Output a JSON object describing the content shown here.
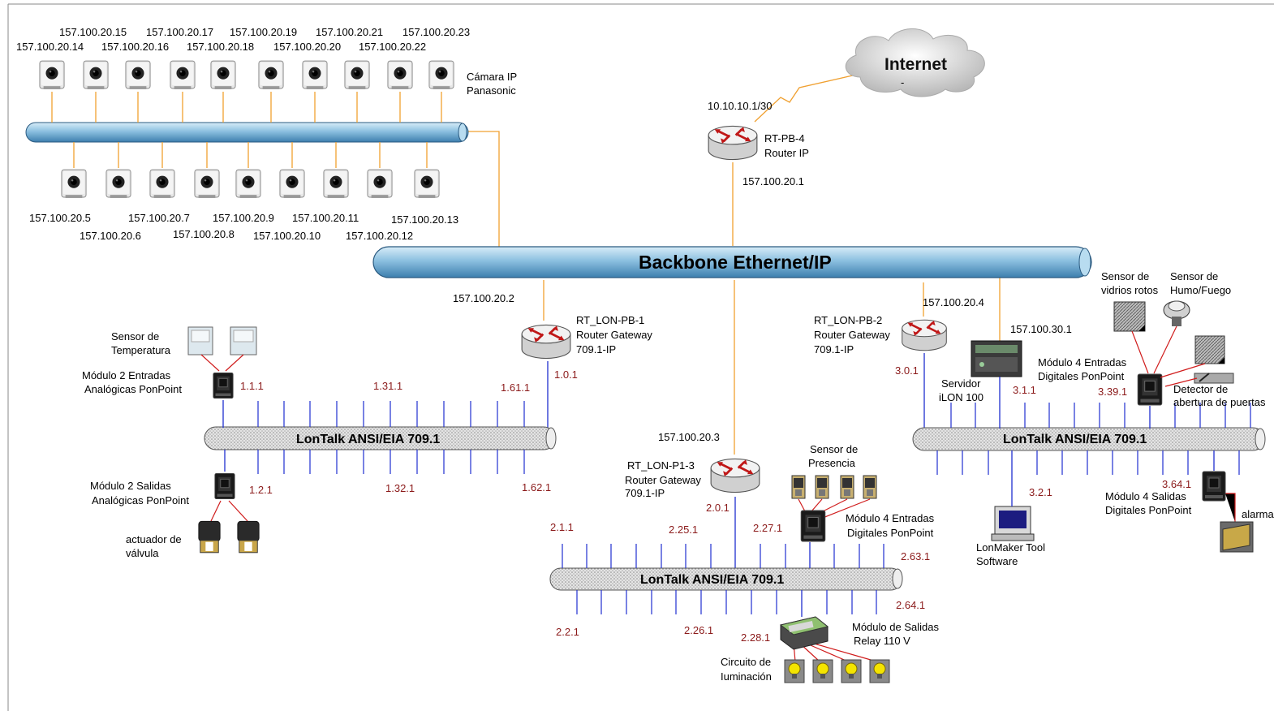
{
  "internet": {
    "label": "Internet",
    "dash": "-"
  },
  "backbone": {
    "label": "Backbone Ethernet/IP"
  },
  "camera_bus": {
    "label_line1": "Cámara IP",
    "label_line2": "Panasonic"
  },
  "cameras_top": [
    "157.100.20.14",
    "157.100.20.15",
    "157.100.20.16",
    "157.100.20.17",
    "157.100.20.18",
    "157.100.20.19",
    "157.100.20.20",
    "157.100.20.21",
    "157.100.20.22",
    "157.100.20.23"
  ],
  "cameras_bottom": [
    "157.100.20.5",
    "157.100.20.6",
    "157.100.20.7",
    "157.100.20.8",
    "157.100.20.9",
    "157.100.20.10",
    "157.100.20.11",
    "157.100.20.12",
    "157.100.20.13"
  ],
  "router_ip": {
    "name": "RT-PB-4",
    "type": "Router IP",
    "wan_ip": "10.10.10.1/30",
    "lan_ip": "157.100.20.1"
  },
  "routers": [
    {
      "name": "RT_LON-PB-1",
      "type": "Router Gateway",
      "proto": "709.1-IP",
      "ip": "157.100.20.2",
      "addr": "1.0.1"
    },
    {
      "name": "RT_LON-P1-3",
      "type": "Router Gateway",
      "proto": "709.1-IP",
      "ip": "157.100.20.3",
      "addr": "2.0.1"
    },
    {
      "name": "RT_LON-PB-2",
      "type": "Router Gateway",
      "proto": "709.1-IP",
      "ip": "157.100.20.4",
      "addr": "3.0.1"
    }
  ],
  "lontalk_label": "LonTalk ANSI/EIA 709.1",
  "bus1": {
    "addrs_top": [
      "1.1.1",
      "1.31.1",
      "1.61.1"
    ],
    "addrs_bottom": [
      "1.2.1",
      "1.32.1",
      "1.62.1"
    ],
    "sensor_temp": [
      "Sensor de",
      "Temperatura"
    ],
    "mod_in": [
      "Módulo 2 Entradas",
      "Analógicas PonPoint"
    ],
    "mod_out": [
      "Módulo 2 Salidas",
      "Analógicas PonPoint"
    ],
    "actuator": [
      "actuador de",
      "válvula"
    ]
  },
  "bus2": {
    "addrs_top": [
      "2.1.1",
      "2.25.1",
      "2.27.1",
      "2.63.1"
    ],
    "addrs_bottom": [
      "2.2.1",
      "2.26.1",
      "2.28.1",
      "2.64.1"
    ],
    "presence": [
      "Sensor de",
      "Presencia"
    ],
    "mod_in": [
      "Módulo 4 Entradas",
      "Digitales PonPoint"
    ],
    "relay": [
      "Módulo de Salidas",
      "Relay 110 V"
    ],
    "lighting": [
      "Circuito de",
      "Iuminación"
    ]
  },
  "bus3": {
    "addrs_top": [
      "3.1.1",
      "3.39.1"
    ],
    "addrs_bottom": [
      "3.2.1",
      "3.64.1"
    ],
    "ilon_ip": "157.100.30.1",
    "ilon": [
      "Servidor",
      "iLON 100"
    ],
    "glass": [
      "Sensor de",
      "vidrios rotos"
    ],
    "smoke": [
      "Sensor de",
      "Humo/Fuego"
    ],
    "mod_in": [
      "Módulo 4 Entradas",
      "Digitales PonPoint"
    ],
    "door": [
      "Detector de",
      "abertura de puertas"
    ],
    "mod_out": [
      "Módulo 4 Salidas",
      "Digitales PonPoint"
    ],
    "alarm": "alarma",
    "lonmaker": [
      "LonMaker Tool",
      "Software"
    ]
  },
  "colors": {
    "pipe_blue": "#7fb6d9",
    "link_orange": "#f0a030",
    "bus_blue": "#1f2fd0",
    "addr_red": "#8b1a1a",
    "router_red": "#d02020"
  }
}
